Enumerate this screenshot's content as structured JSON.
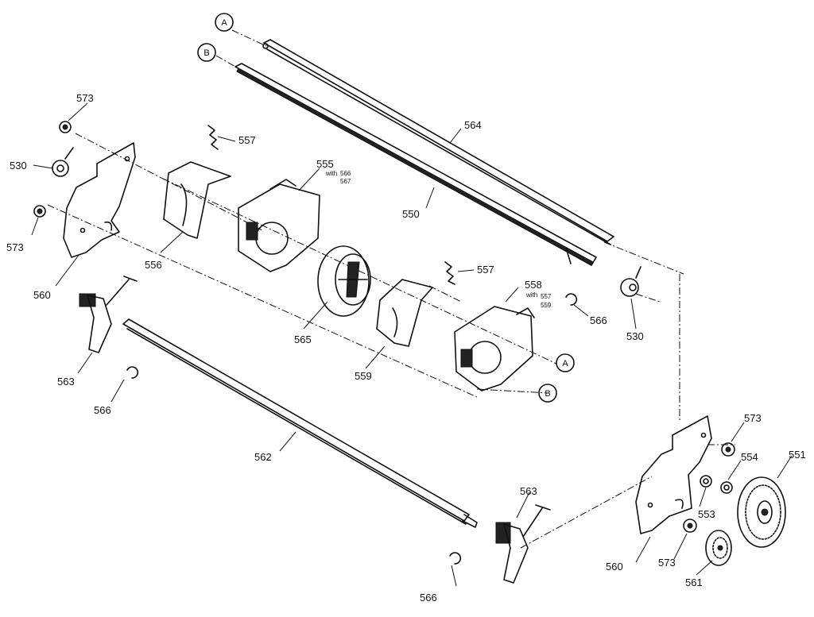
{
  "diagram": {
    "callouts": {
      "A_top": "A",
      "B_top": "B",
      "A_right": "A",
      "B_right": "B"
    },
    "labels": {
      "p573_top": "573",
      "p530_left": "530",
      "p573_left": "573",
      "p560_left": "560",
      "p557_top": "557",
      "p556": "556",
      "p555": "555",
      "p555_sub_w": "with",
      "p555_sub_a": "566",
      "p555_sub_b": "567",
      "p564": "564",
      "p550": "550",
      "p557_mid": "557",
      "p558": "558",
      "p558_sub_w": "with",
      "p558_sub_a": "557",
      "p558_sub_b": "559",
      "p566_mid": "566",
      "p530_right": "530",
      "p565": "565",
      "p559": "559",
      "p563_left": "563",
      "p566_left": "566",
      "p562": "562",
      "p563_right": "563",
      "p566_bottom": "566",
      "p573_right_top": "573",
      "p554": "554",
      "p551": "551",
      "p553": "553",
      "p560_right": "560",
      "p573_right_bottom": "573",
      "p561": "561"
    }
  }
}
